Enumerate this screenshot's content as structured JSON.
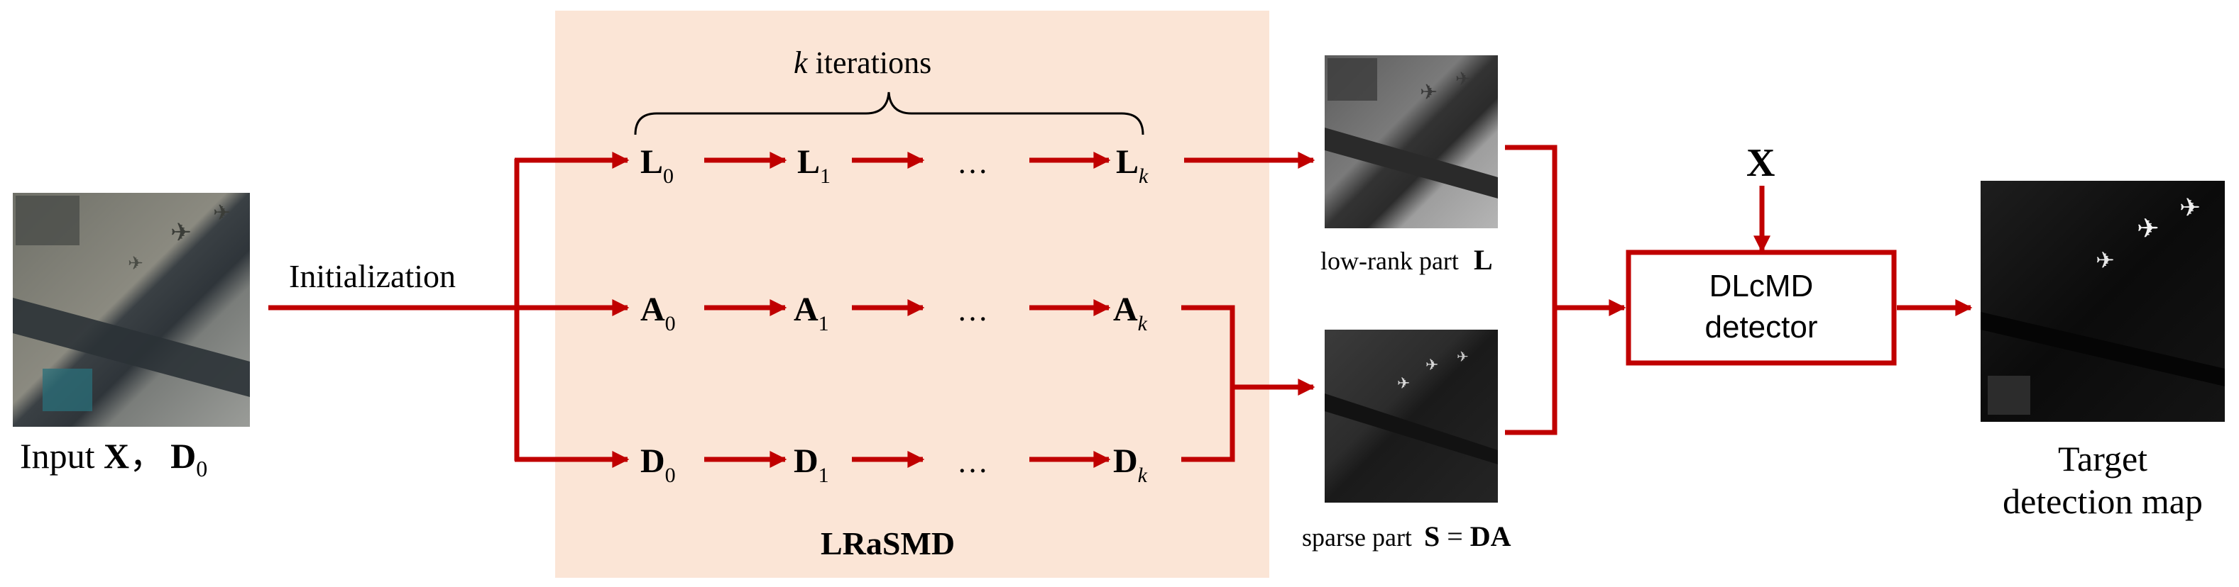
{
  "input": {
    "label_prefix": "Input ",
    "label_x": "X",
    "label_sep": "，",
    "label_d": "D",
    "label_d_sub": "0"
  },
  "initialization_label": "Initialization",
  "lrasmd": {
    "box_label": "LRaSMD",
    "iterations_k": "k",
    "iterations_text": " iterations",
    "ellipsis": "…",
    "rows": [
      {
        "symbol": "L",
        "subs": [
          "0",
          "1",
          "k"
        ]
      },
      {
        "symbol": "A",
        "subs": [
          "0",
          "1",
          "k"
        ]
      },
      {
        "symbol": "D",
        "subs": [
          "0",
          "1",
          "k"
        ]
      }
    ]
  },
  "lowrank_caption": {
    "text": "low-rank part ",
    "symbol": "L"
  },
  "sparse_caption": {
    "text": "sparse part ",
    "symbol_s": "S",
    "eq": " = ",
    "symbol_da": "DA"
  },
  "detector": {
    "line1": "DLcMD",
    "line2": "detector",
    "input_symbol": "X"
  },
  "output": {
    "line1": "Target",
    "line2": "detection map"
  },
  "colors": {
    "arrow": "#c00000",
    "lrasmd_bg": "#fbe5d6",
    "detector_border": "#c00000"
  }
}
